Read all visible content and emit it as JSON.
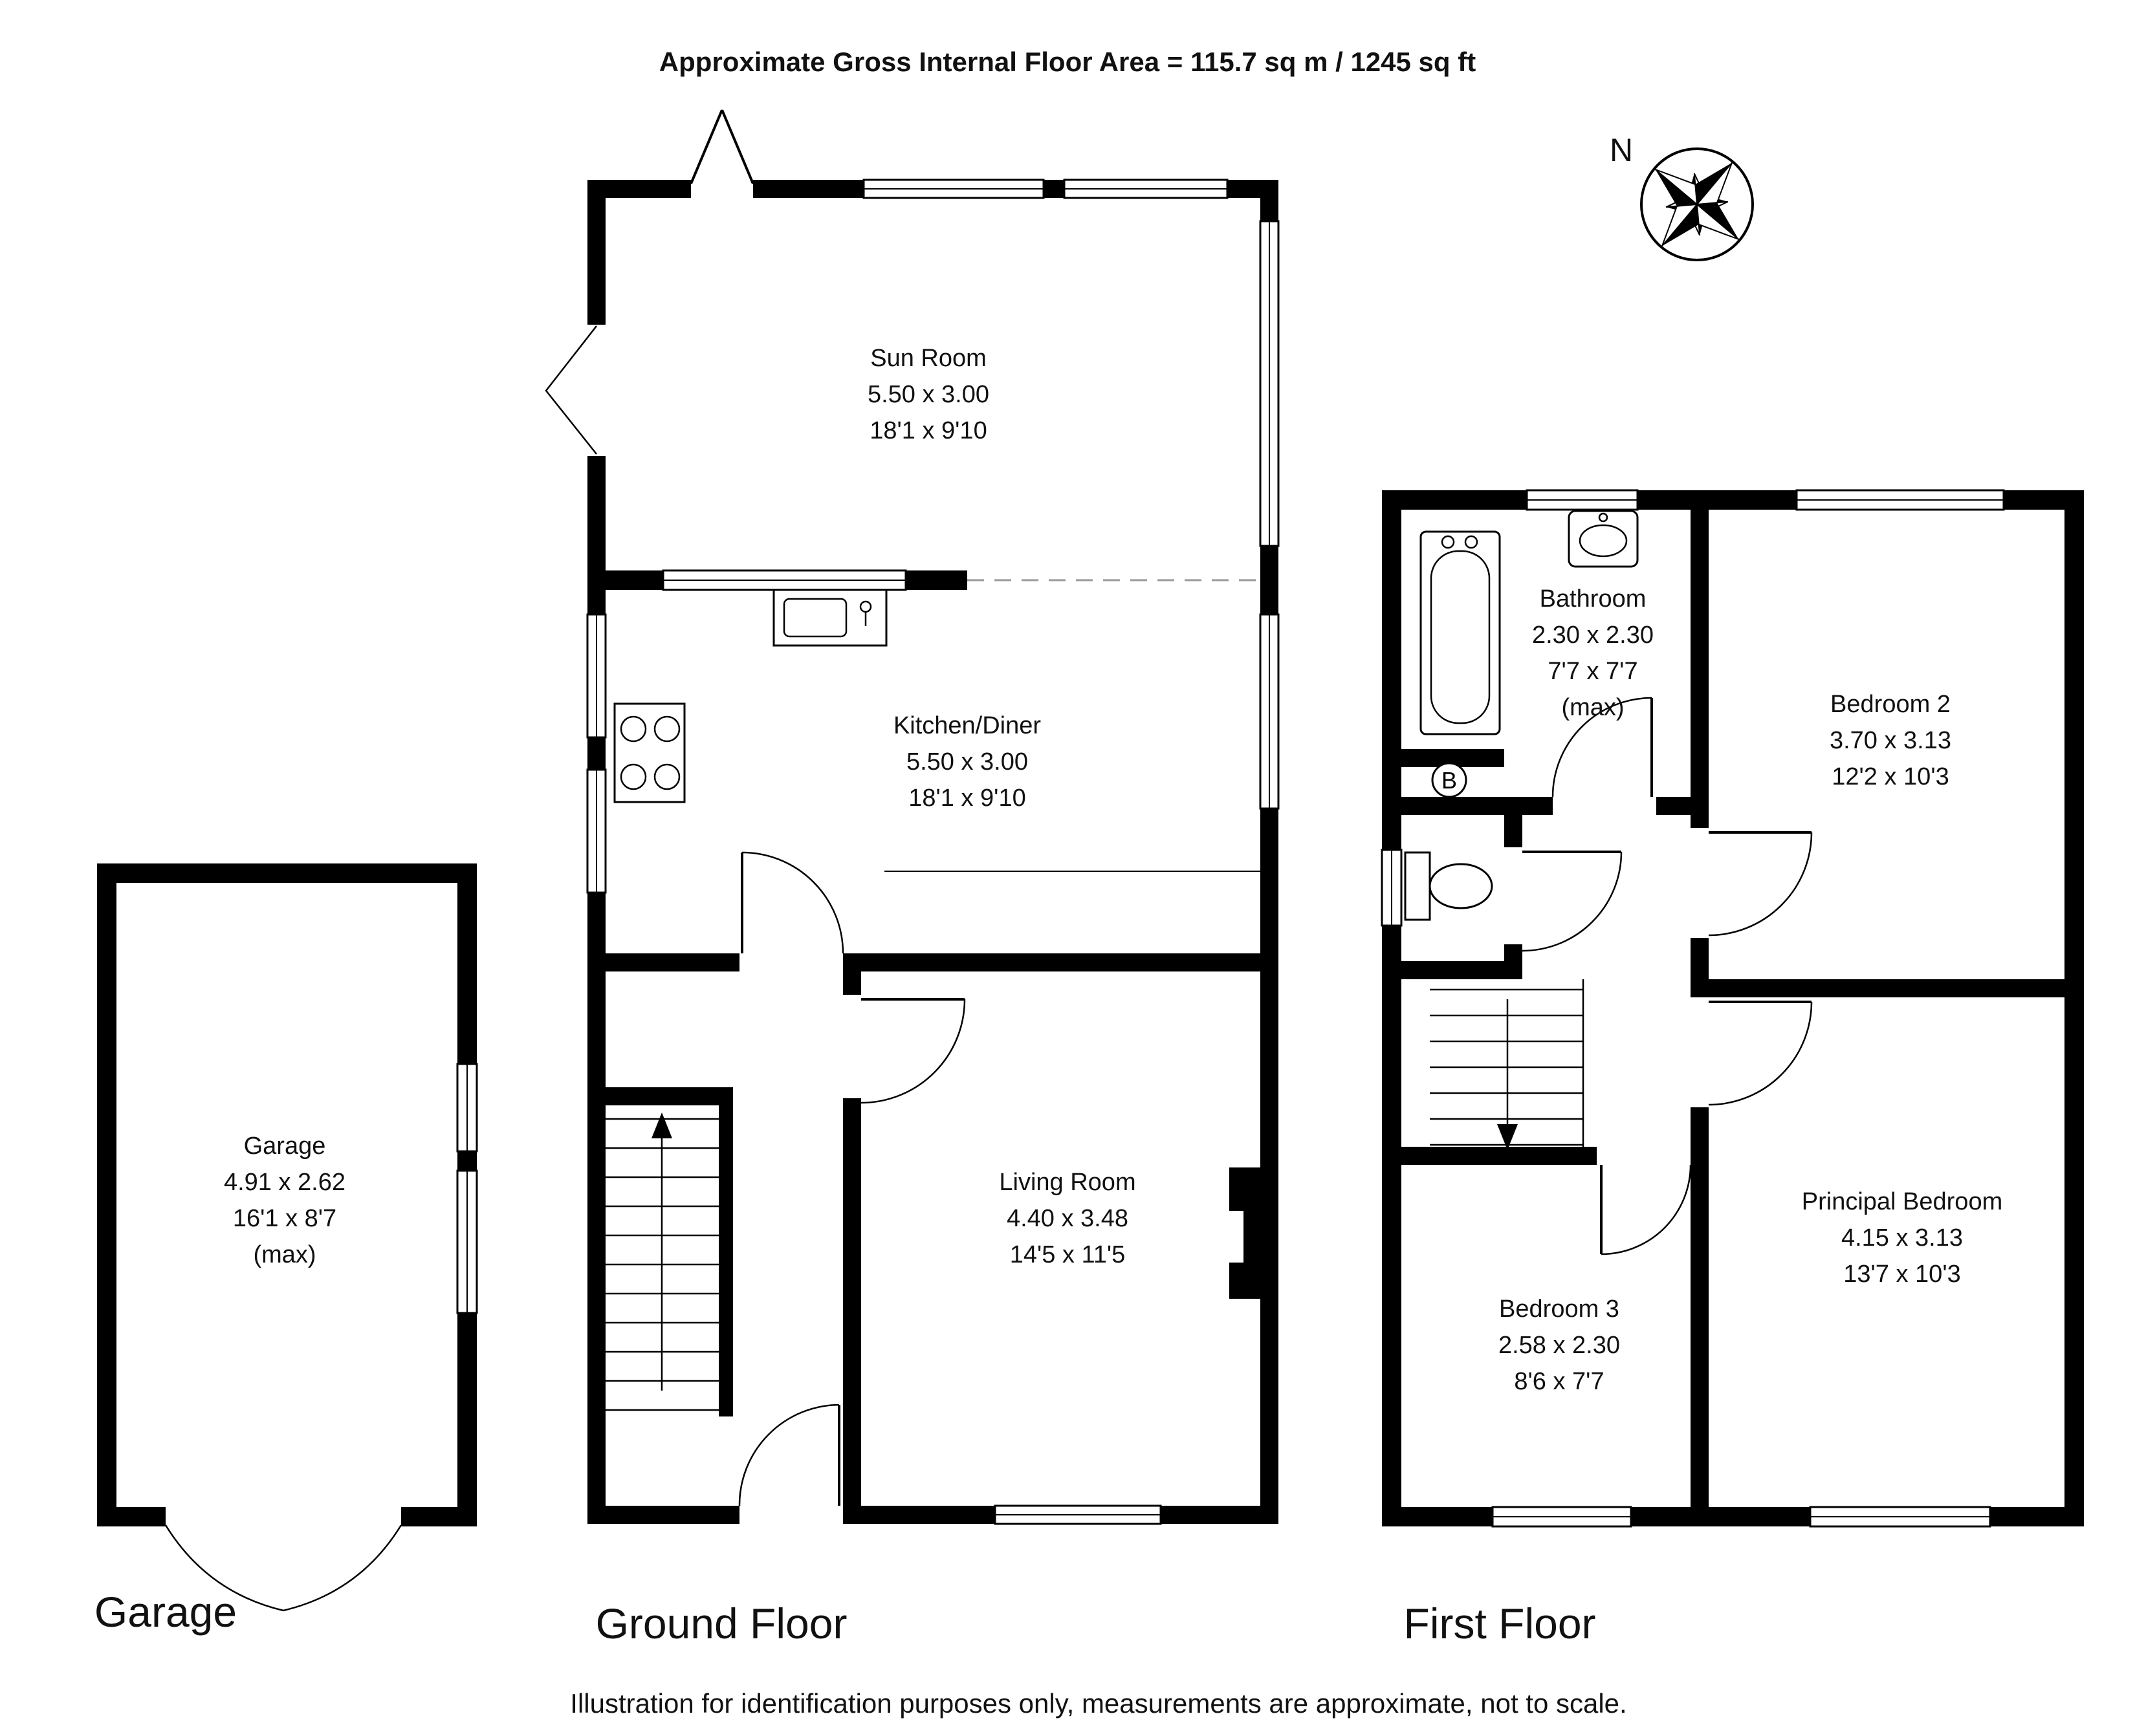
{
  "title": "Approximate Gross Internal Floor Area  = 115.7 sq m  / 1245 sq ft",
  "compass": {
    "north_label": "N"
  },
  "rooms": {
    "sun_room": {
      "name": "Sun Room",
      "metric": "5.50 x 3.00",
      "imperial": "18'1 x 9'10"
    },
    "kitchen_diner": {
      "name": "Kitchen/Diner",
      "metric": "5.50 x 3.00",
      "imperial": "18'1 x 9'10"
    },
    "living_room": {
      "name": "Living Room",
      "metric": "4.40 x 3.48",
      "imperial": "14'5 x 11'5"
    },
    "garage": {
      "name": "Garage",
      "metric": "4.91 x 2.62",
      "imperial": "16'1 x 8'7",
      "note": "(max)"
    },
    "bathroom": {
      "name": "Bathroom",
      "metric": "2.30 x 2.30",
      "imperial": "7'7 x 7'7",
      "note": "(max)"
    },
    "bedroom_2": {
      "name": "Bedroom 2",
      "metric": "3.70 x 3.13",
      "imperial": "12'2 x 10'3"
    },
    "principal_bedroom": {
      "name": "Principal Bedroom",
      "metric": "4.15 x 3.13",
      "imperial": "13'7 x 10'3"
    },
    "bedroom_3": {
      "name": "Bedroom 3",
      "metric": "2.58 x 2.30",
      "imperial": "8'6 x 7'7"
    }
  },
  "floor_labels": {
    "garage": "Garage",
    "ground": "Ground Floor",
    "first": "First Floor"
  },
  "annotations": {
    "boiler_label": "B"
  },
  "footer": {
    "disclaimer": "Illustration for identification purposes only, measurements are approximate, not to scale."
  },
  "colors": {
    "walls": "#000000",
    "background": "#ffffff",
    "dashed_divider": "#999999"
  }
}
